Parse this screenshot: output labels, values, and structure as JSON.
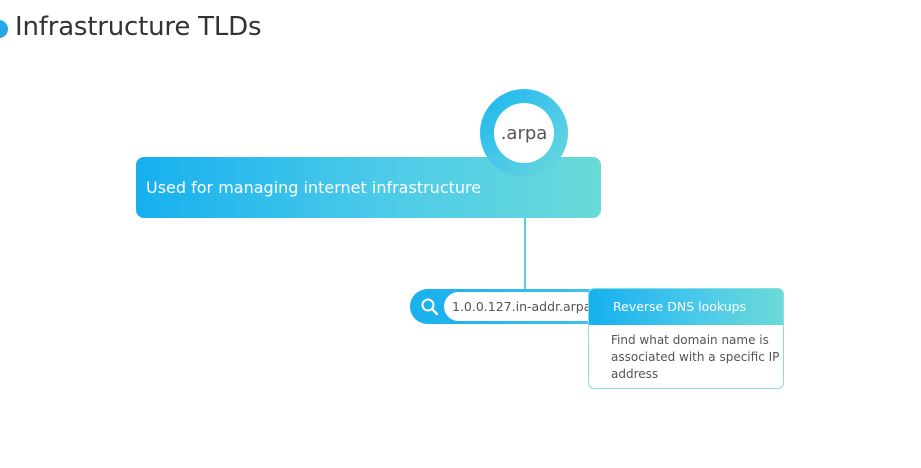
{
  "title": "Infrastructure TLDs",
  "tld": {
    "name": ".arpa",
    "description": "Used for managing internet infrastructure"
  },
  "example": {
    "query": "1.0.0.127.in-addr.arpa",
    "icon": "search-icon",
    "use_case": "Reverse DNS lookups",
    "detail": "Find what domain name is associated with a specific IP address"
  },
  "colors": {
    "accent_blue": "#16b0ef",
    "accent_teal": "#68dad8",
    "text_dark": "#333333",
    "text_gray": "#555555"
  }
}
